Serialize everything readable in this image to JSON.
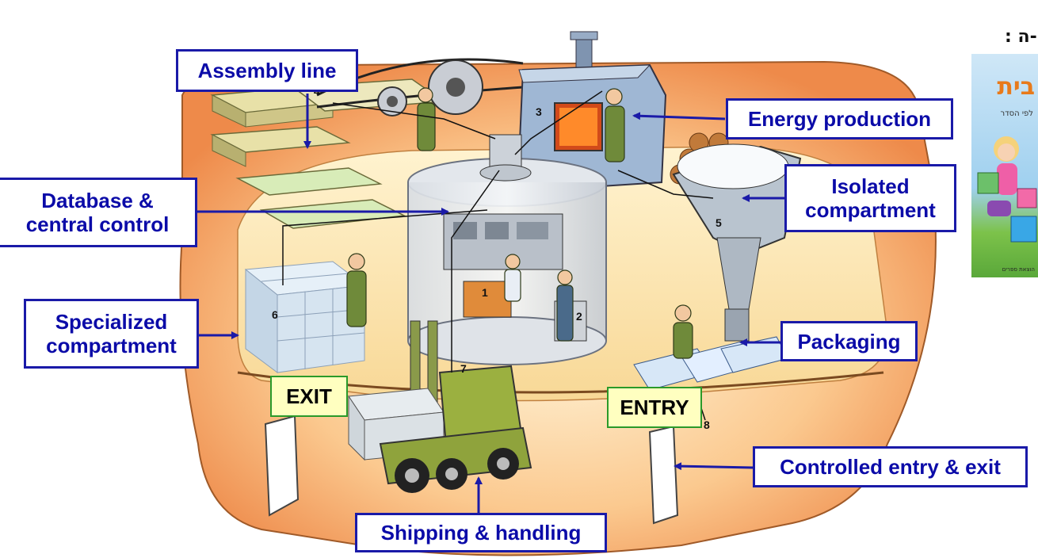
{
  "labels": {
    "assembly_line": "Assembly line",
    "energy_production": "Energy production",
    "database_line1": "Database &",
    "database_line2": "central control",
    "isolated_line1": "Isolated",
    "isolated_line2": "compartment",
    "specialized_line1": "Specialized",
    "specialized_line2": "compartment",
    "packaging": "Packaging",
    "controlled_entry_exit": "Controlled entry & exit",
    "shipping_handling": "Shipping & handling"
  },
  "doors": {
    "exit": "EXIT",
    "entry": "ENTRY"
  },
  "numbers": [
    "1",
    "2",
    "3",
    "4",
    "5",
    "6",
    "7",
    "8"
  ],
  "book": {
    "header_fragment": ": ה-",
    "title_fragment": "בית",
    "subtitle_fragment": "לפי הסדר",
    "footer_fragment": "הוצאת ספרים"
  },
  "colors": {
    "label_border": "#1a1aa8",
    "label_text": "#0b0ba8",
    "door_tag_bg": "#ffffc0",
    "door_tag_border": "#2a9a2a",
    "wall_outer": "#f5a060",
    "floor": "#fde9b8"
  }
}
